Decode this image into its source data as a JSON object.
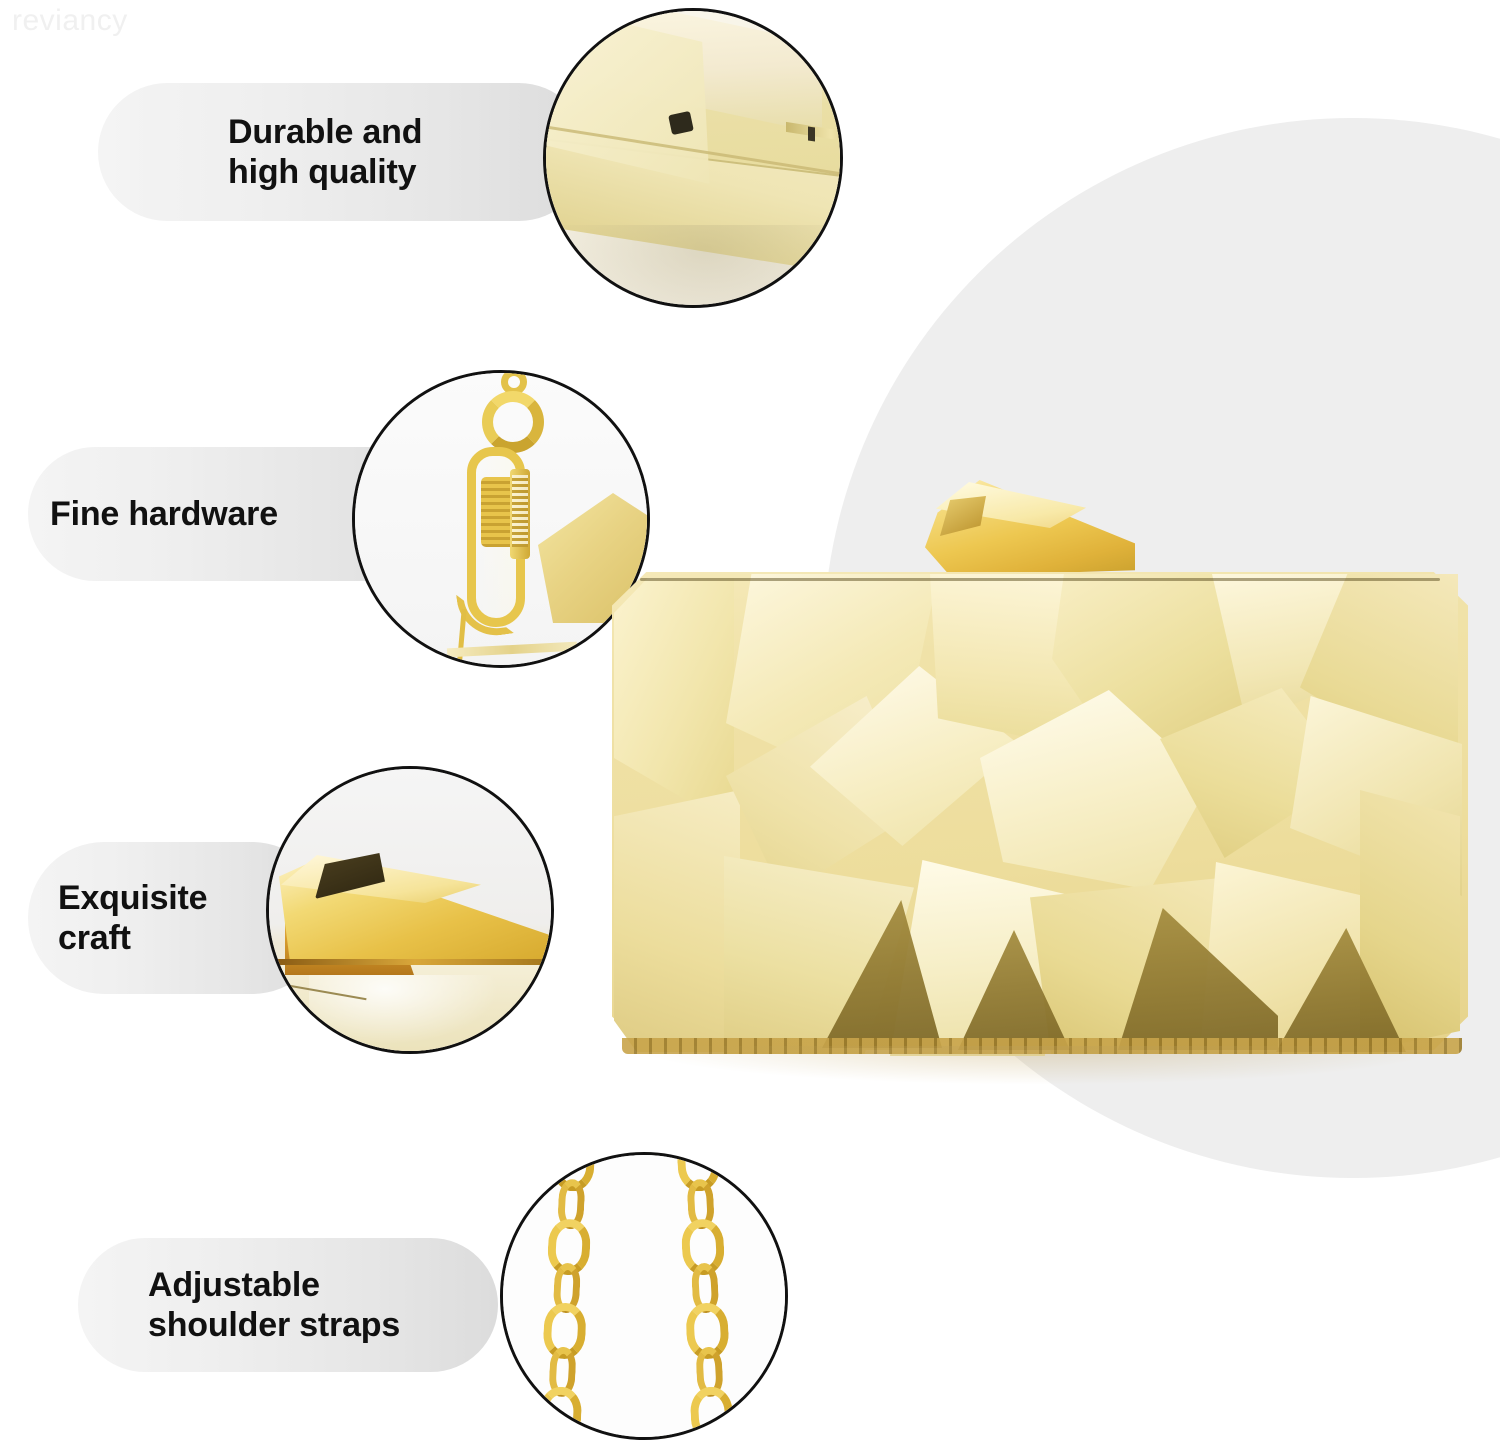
{
  "watermark": {
    "text": "reviancy"
  },
  "product": {
    "name": "geometric-gold-clutch-bag",
    "color": "#e8d08a",
    "accent_gold": "#edc750",
    "clasp_label": "wedge-clasp"
  },
  "background": {
    "page_color": "#ffffff",
    "blob_color": "#eeeeee"
  },
  "features": [
    {
      "id": "durable",
      "label": "Durable and\nhigh quality",
      "detail_icon": "box-corner-hinge-closeup"
    },
    {
      "id": "hardware",
      "label": "Fine hardware",
      "detail_icon": "lobster-clasp-closeup"
    },
    {
      "id": "craft",
      "label": "Exquisite\ncraft",
      "detail_icon": "faceted-clasp-closeup"
    },
    {
      "id": "straps",
      "label": "Adjustable\nshoulder straps",
      "detail_icon": "gold-chain-closeup"
    }
  ]
}
